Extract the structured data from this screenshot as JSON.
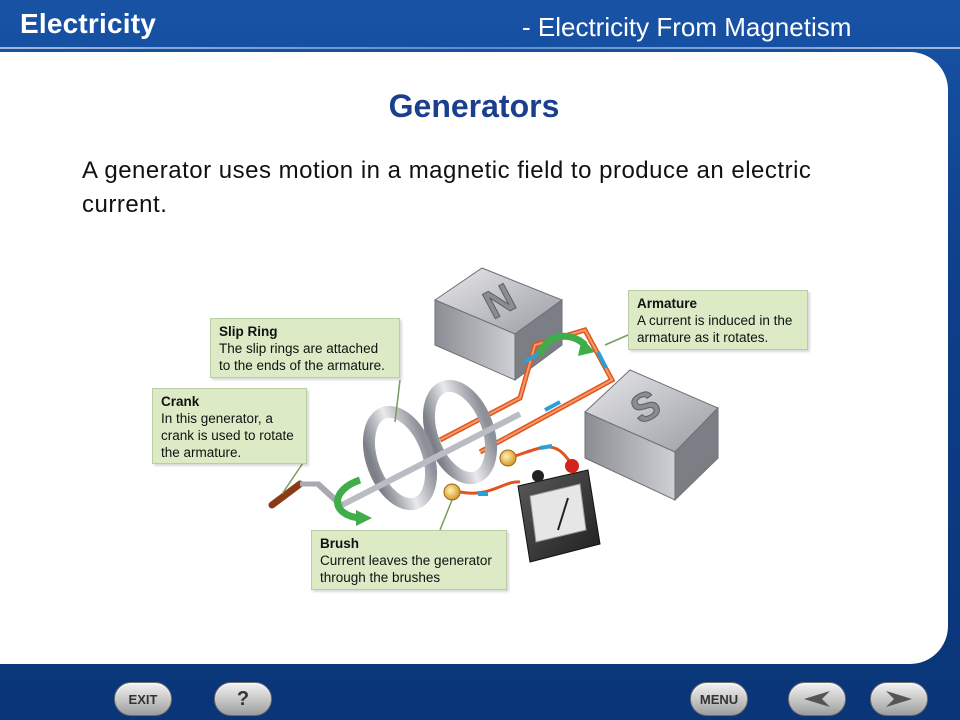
{
  "header": {
    "title": "Electricity",
    "subtitle": "- Electricity From Magnetism"
  },
  "slide": {
    "title": "Generators",
    "body": "A generator uses motion in a magnetic field to produce an electric current."
  },
  "figure": {
    "magnet_north_label": "N",
    "magnet_south_label": "S",
    "callouts": {
      "slip_ring": {
        "title": "Slip Ring",
        "text": "The slip rings are attached to the ends of the armature."
      },
      "armature": {
        "title": "Armature",
        "text": "A current is induced in the armature as it rotates."
      },
      "crank": {
        "title": "Crank",
        "text": "In this generator, a crank is used to rotate the armature."
      },
      "brush": {
        "title": "Brush",
        "text": "Current leaves the generator through the brushes"
      }
    }
  },
  "footer": {
    "exit_label": "EXIT",
    "help_label": "?",
    "menu_label": "MENU",
    "prev_icon": "left-arrow-icon",
    "next_icon": "right-arrow-icon"
  },
  "colors": {
    "frame_blue": "#0d3f8a",
    "title_blue": "#1b3f8f",
    "callout_green": "#dcebc6",
    "wire_orange": "#e0541f"
  }
}
